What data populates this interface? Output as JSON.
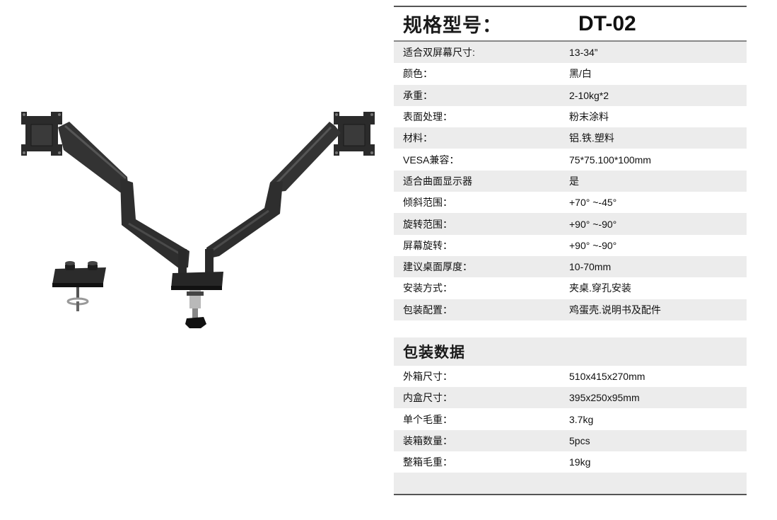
{
  "spec": {
    "title_label": "规格型号：",
    "title_value": "DT-02",
    "rows": [
      {
        "k": "适合双屏幕尺寸:",
        "v": "13-34”"
      },
      {
        "k": "颜色：",
        "v": "黑/白"
      },
      {
        "k": "承重：",
        "v": "2-10kg*2"
      },
      {
        "k": "表面处理：",
        "v": "粉末涂料"
      },
      {
        "k": "材料：",
        "v": "铝.铁.塑料"
      },
      {
        "k": "VESA兼容：",
        "v": "75*75.100*100mm"
      },
      {
        "k": "适合曲面显示器",
        "v": "是"
      },
      {
        "k": "倾斜范围：",
        "v": "+70° ~-45°"
      },
      {
        "k": "旋转范围：",
        "v": "+90° ~-90°"
      },
      {
        "k": "屏幕旋转：",
        "v": "+90° ~-90°"
      },
      {
        "k": "建议桌面厚度：",
        "v": "10-70mm"
      },
      {
        "k": "安装方式：",
        "v": "夹桌.穿孔安装"
      },
      {
        "k": "包装配置：",
        "v": "鸡蛋壳.说明书及配件"
      }
    ]
  },
  "packaging": {
    "title": "包装数据",
    "rows": [
      {
        "k": "外箱尺寸：",
        "v": "510x415x270mm"
      },
      {
        "k": "内盒尺寸：",
        "v": "395x250x95mm"
      },
      {
        "k": "单个毛重：",
        "v": "3.7kg"
      },
      {
        "k": "装箱数量：",
        "v": "5pcs"
      },
      {
        "k": "整箱毛重：",
        "v": "19kg"
      }
    ]
  }
}
